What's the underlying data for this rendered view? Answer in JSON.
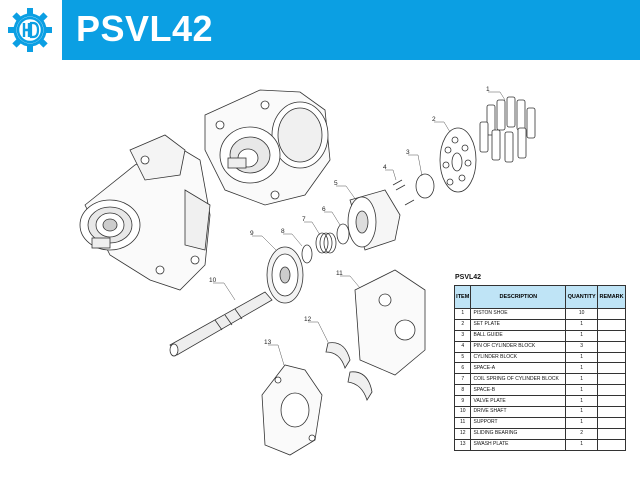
{
  "header": {
    "title": "PSVL42",
    "brand_color": "#0b9fe3",
    "logo_icon": "hd-gear-logo"
  },
  "callouts": [
    "1",
    "2",
    "3",
    "4",
    "5",
    "6",
    "7",
    "8",
    "9",
    "10",
    "11",
    "12",
    "13"
  ],
  "table": {
    "title": "PSVL42",
    "columns": [
      "ITEM",
      "DESCRIPTION",
      "QUANTITY",
      "REMARK"
    ],
    "rows": [
      {
        "item": "1",
        "description": "PISTON SHOE",
        "quantity": "10",
        "remark": ""
      },
      {
        "item": "2",
        "description": "SET PLATE",
        "quantity": "1",
        "remark": ""
      },
      {
        "item": "3",
        "description": "BALL GUIDE",
        "quantity": "1",
        "remark": ""
      },
      {
        "item": "4",
        "description": "PIN OF CYLINDER BLOCK",
        "quantity": "3",
        "remark": ""
      },
      {
        "item": "5",
        "description": "CYLINDER BLOCK",
        "quantity": "1",
        "remark": ""
      },
      {
        "item": "6",
        "description": "SPACE-A",
        "quantity": "1",
        "remark": ""
      },
      {
        "item": "7",
        "description": "COIL SPRING OF CYLINDER BLOCK",
        "quantity": "1",
        "remark": ""
      },
      {
        "item": "8",
        "description": "SPACE-B",
        "quantity": "1",
        "remark": ""
      },
      {
        "item": "9",
        "description": "VALVE PLATE",
        "quantity": "1",
        "remark": ""
      },
      {
        "item": "10",
        "description": "DRIVE SHAFT",
        "quantity": "1",
        "remark": ""
      },
      {
        "item": "11",
        "description": "SUPPORT",
        "quantity": "1",
        "remark": ""
      },
      {
        "item": "12",
        "description": "SLIDING BEARING",
        "quantity": "2",
        "remark": ""
      },
      {
        "item": "13",
        "description": "SWASH PLATE",
        "quantity": "1",
        "remark": ""
      }
    ]
  }
}
